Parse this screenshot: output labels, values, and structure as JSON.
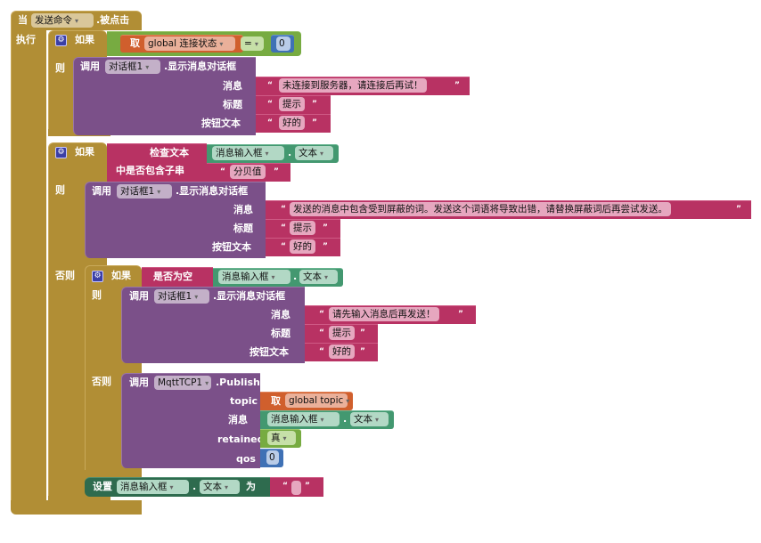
{
  "event": {
    "prefix": "当",
    "component": "发送命令",
    "event_name": ".被点击",
    "do_label": "执行"
  },
  "if1": {
    "if_label": "如果",
    "then_label": "则",
    "condition": {
      "get_label": "取",
      "variable": "global 连接状态",
      "operator": "=",
      "value": "0"
    },
    "call": {
      "call_label": "调用",
      "component": "对话框1",
      "method": ".显示消息对话框",
      "params": [
        {
          "label": "消息",
          "value": "未连接到服务器，请连接后再试！"
        },
        {
          "label": "标题",
          "value": "提示"
        },
        {
          "label": "按钮文本",
          "value": "好的"
        }
      ]
    }
  },
  "if2": {
    "if_label": "如果",
    "then_label": "则",
    "else_label": "否则",
    "condition": {
      "check_label": "检查文本",
      "component": "消息输入框",
      "property": "文本",
      "contains_label": "中是否包含子串",
      "substring": "分贝值"
    },
    "call": {
      "call_label": "调用",
      "component": "对话框1",
      "method": ".显示消息对话框",
      "params": [
        {
          "label": "消息",
          "value": "发送的消息中包含受到屏蔽的词。发送这个词语将导致出错，请替换屏蔽词后再尝试发送。"
        },
        {
          "label": "标题",
          "value": "提示"
        },
        {
          "label": "按钮文本",
          "value": "好的"
        }
      ]
    }
  },
  "if3": {
    "if_label": "如果",
    "then_label": "则",
    "else_label": "否则",
    "condition": {
      "is_empty_label": "是否为空",
      "component": "消息输入框",
      "property": "文本"
    },
    "call": {
      "call_label": "调用",
      "component": "对话框1",
      "method": ".显示消息对话框",
      "params": [
        {
          "label": "消息",
          "value": "请先输入消息后再发送！"
        },
        {
          "label": "标题",
          "value": "提示"
        },
        {
          "label": "按钮文本",
          "value": "好的"
        }
      ]
    },
    "publish": {
      "call_label": "调用",
      "component": "MqttTCP1",
      "method": ".Publish",
      "params": [
        {
          "label": "topic",
          "get_label": "取",
          "value": "global topic"
        },
        {
          "label": "消息",
          "component": "消息输入框",
          "property": "文本"
        },
        {
          "label": "retained",
          "value": "真"
        },
        {
          "label": "qos",
          "value": "0"
        }
      ]
    }
  },
  "set_block": {
    "set_label": "设置",
    "component": "消息输入框",
    "property": "文本",
    "to_label": "为",
    "value": ""
  },
  "glyphs": {
    "dropdown": "▾",
    "dot": ".",
    "gear": "⚙",
    "quote_open": "“",
    "quote_close": "”"
  }
}
